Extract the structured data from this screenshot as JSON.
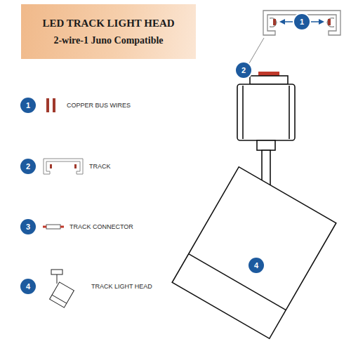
{
  "diagram": {
    "nodes": [
      {
        "text": [
          "LED TRACK LIGHT HEAD",
          "2-wire-1 Juno Compatible"
        ]
      }
    ],
    "labels": [
      "1",
      "2",
      "1",
      "COPPER BUS WIRES",
      "2",
      "TRACK",
      "3",
      "TRACK CONNECTOR",
      "4",
      "TRACK LIGHT HEAD",
      "4"
    ]
  }
}
